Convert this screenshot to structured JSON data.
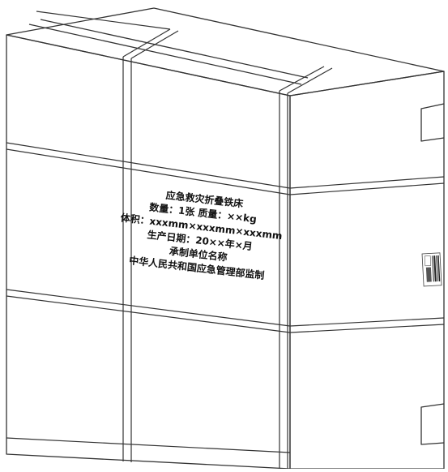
{
  "label": {
    "lines": [
      "应急救灾折叠铁床",
      "数量：1张  质量：××kg",
      "体积：xxxmm×xxxmm×xxxmm",
      "生产日期：20××年×月",
      "承制单位名称",
      "中华人民共和国应急管理部监制"
    ]
  },
  "colors": {
    "stroke": "#333333",
    "background": "#ffffff",
    "text": "#111111"
  },
  "icons": {
    "barcode": "barcode-label-icon"
  }
}
